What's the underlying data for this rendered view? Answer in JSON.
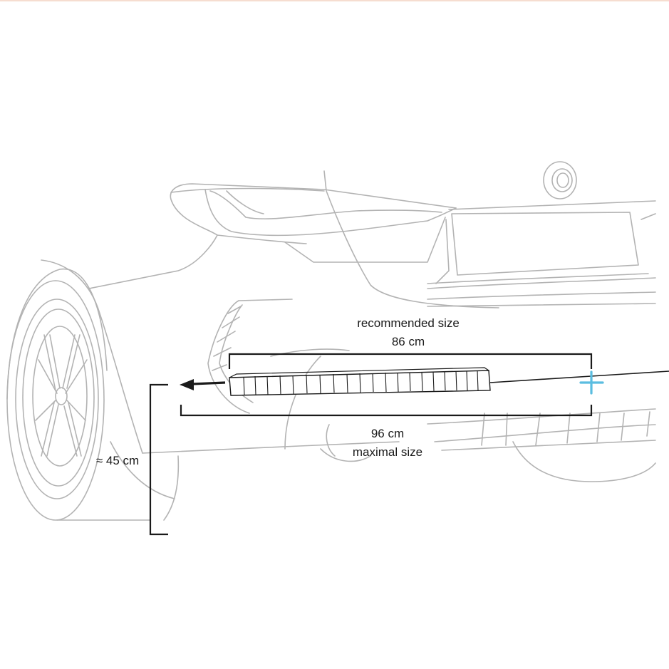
{
  "labels": {
    "recommended_title": "recommended size",
    "recommended_value": "86 cm",
    "maximal_value": "96 cm",
    "maximal_title": "maximal size",
    "height_value": "≈ 45 cm"
  },
  "colors": {
    "outline": "#b3b3b3",
    "dimension": "#1a1a1a",
    "plus_marker": "#5bbde0",
    "top_bar": "#f6ddd0"
  },
  "icons": {
    "direction": "arrow-left-icon",
    "mount_point": "plus-icon"
  }
}
